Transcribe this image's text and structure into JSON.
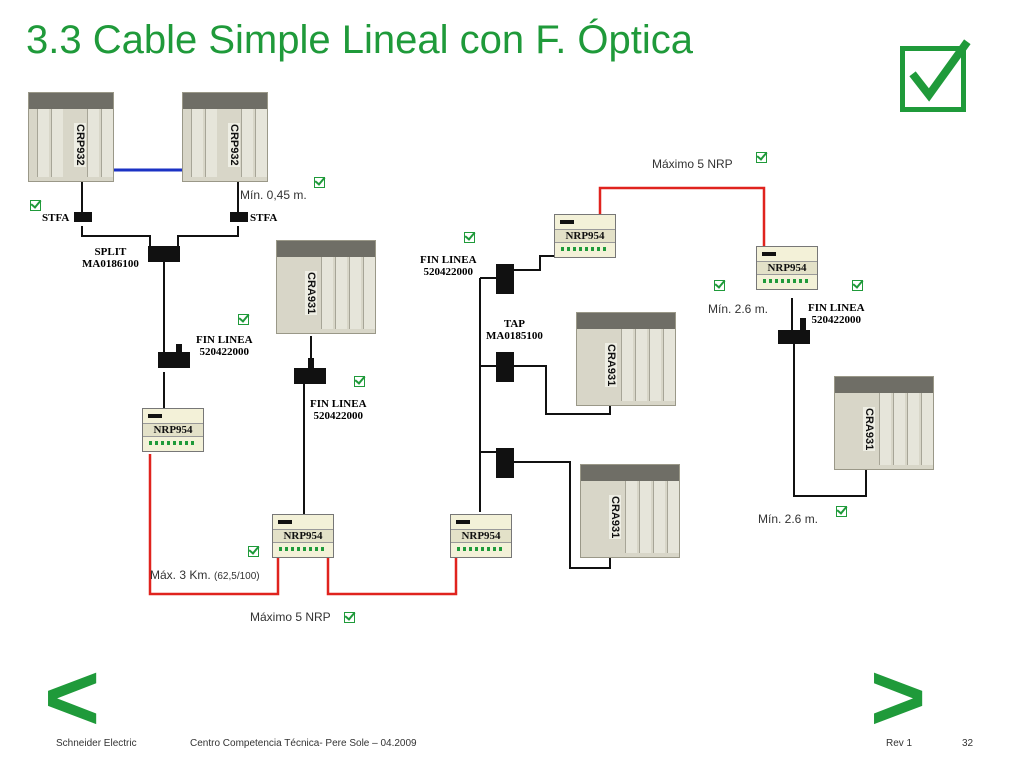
{
  "slide": {
    "title": "3.3 Cable Simple Lineal con F. Óptica",
    "accent_color": "#1f9a3a",
    "fiber_color": "#e0231e",
    "bus_color": "#1b32c4"
  },
  "devices": {
    "crp_left": "CRP932",
    "crp_right": "CRP932",
    "cra_1": "CRA931",
    "cra_2": "CRA931",
    "cra_3": "CRA931",
    "cra_4": "CRA931",
    "nrp_1": "NRP954",
    "nrp_2": "NRP954",
    "nrp_3": "NRP954",
    "nrp_4": "NRP954",
    "nrp_5": "NRP954"
  },
  "labels": {
    "stfa_left": "STFA",
    "stfa_right": "STFA",
    "split": "SPLIT",
    "split_ref": "MA0186100",
    "fin_linea_1": "FIN LINEA",
    "fin_linea_1_ref": "520422000",
    "fin_linea_2": "FIN LINEA",
    "fin_linea_2_ref": "520422000",
    "fin_linea_3": "FIN LINEA",
    "fin_linea_3_ref": "520422000",
    "fin_linea_4": "FIN LINEA",
    "fin_linea_4_ref": "520422000",
    "tap": "TAP",
    "tap_ref": "MA0185100"
  },
  "notes": {
    "min_045": "Mín. 0,45 m.",
    "max_5nrp_top": "Máximo 5 NRP",
    "min_26_a": "Mín. 2.6 m.",
    "min_26_b": "Mín. 2.6 m.",
    "max_3km": "Máx. 3 Km.",
    "max_3km_fiber": "(62,5/100)",
    "max_5nrp_bottom": "Máximo 5 NRP"
  },
  "navigation": {
    "prev_glyph": "<",
    "next_glyph": ">"
  },
  "footer": {
    "company": "Schneider Electric",
    "center": "Centro Competencia Técnica- Pere Sole – 04.2009",
    "rev": "Rev 1",
    "page": "32"
  }
}
